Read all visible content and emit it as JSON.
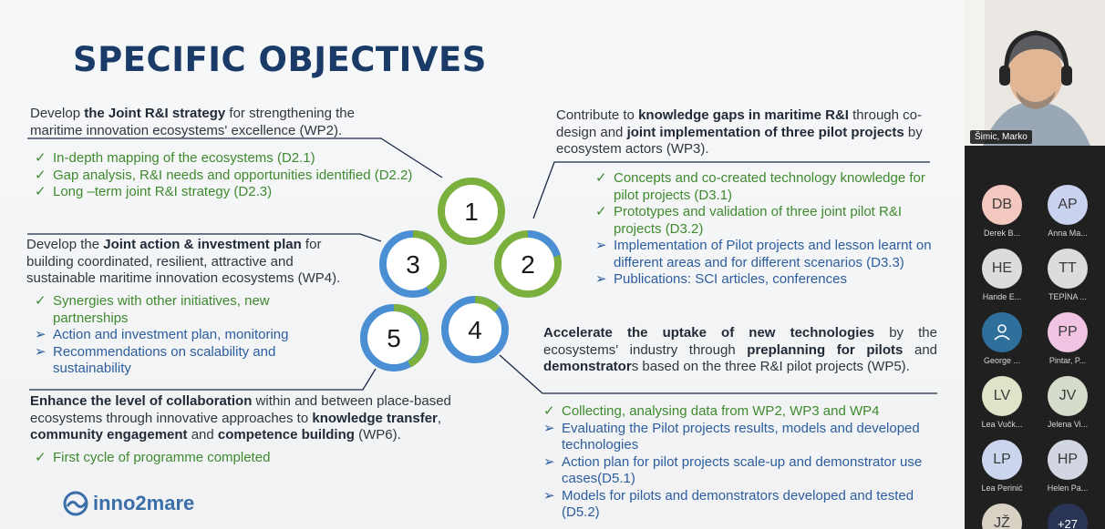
{
  "slide": {
    "title": "SPECIFIC OBJECTIVES",
    "logo": "inno2mare",
    "numbers": [
      "1",
      "2",
      "3",
      "4",
      "5"
    ],
    "wp2": {
      "p1": "Develop ",
      "b1": "the Joint R&I strategy",
      "p2": " for strengthening the maritime innovation ecosystems' excellence (WP2).",
      "items": [
        {
          "mark": "✓",
          "text": "In-depth mapping of the ecosystems (D2.1)"
        },
        {
          "mark": "✓",
          "text": "Gap analysis, R&I needs and opportunities identified (D2.2)"
        },
        {
          "mark": "✓",
          "text": "Long –term joint R&I strategy (D2.3)"
        }
      ]
    },
    "wp3": {
      "p1": "Contribute to ",
      "b1": "knowledge gaps in maritime R&I",
      "p2": " through co-design and ",
      "b2": "joint implementation of three pilot projects",
      "p3": " by ecosystem actors (WP3).",
      "items": [
        {
          "mark": "✓",
          "text": "Concepts and co-created technology knowledge for pilot projects (D3.1)"
        },
        {
          "mark": "✓",
          "text": "Prototypes and validation of three joint pilot R&I projects (D3.2)"
        },
        {
          "mark": "➢",
          "text": "Implementation of Pilot projects and lesson learnt on different areas and for different scenarios (D3.3)"
        },
        {
          "mark": "➢",
          "text": "Publications: SCI articles, conferences"
        }
      ]
    },
    "wp4": {
      "p1": "Develop the ",
      "b1": "Joint action & investment plan",
      "p2": " for building coordinated, resilient, attractive and sustainable maritime innovation ecosystems (WP4).",
      "items": [
        {
          "mark": "✓",
          "text": "Synergies with other initiatives, new partnerships"
        },
        {
          "mark": "➢",
          "text": "Action and investment plan, monitoring"
        },
        {
          "mark": "➢",
          "text": "Recommendations on scalability and sustainability"
        }
      ]
    },
    "wp5": {
      "b1": "Accelerate the uptake of new technologies",
      "p1": " by the ecosystems' industry through ",
      "b2": "preplanning for pilots",
      "p2": " and ",
      "b3": "demonstrator",
      "p3": "s based on the three R&I pilot projects (WP5).",
      "items": [
        {
          "mark": "✓",
          "text": "Collecting, analysing data from WP2, WP3 and WP4"
        },
        {
          "mark": "➢",
          "text": "Evaluating the Pilot projects results, models and developed technologies"
        },
        {
          "mark": "➢",
          "text": "Action plan for pilot projects scale-up and demonstrator use cases(D5.1)"
        },
        {
          "mark": "➢",
          "text": "Models for pilots and demonstrators developed and tested (D5.2)"
        }
      ]
    },
    "wp6": {
      "b1": "Enhance the level of collaboration",
      "p1": " within and between place-based ecosystems through innovative approaches to ",
      "b2": "knowledge transfer",
      "p2": ", ",
      "b3": "community engagement",
      "p3": " and ",
      "b4": "competence building",
      "p4": " (WP6).",
      "items": [
        {
          "mark": "✓",
          "text": "First cycle of programme completed"
        }
      ]
    }
  },
  "participants": {
    "speaker": "Šimic, Marko",
    "tiles": [
      {
        "initials": "DB",
        "name": "Derek B...",
        "color": "#f3c9bf"
      },
      {
        "initials": "AP",
        "name": "Anna Ma...",
        "color": "#c9d3f0"
      },
      {
        "initials": "HE",
        "name": "Hande E...",
        "color": "#dcdcdc"
      },
      {
        "initials": "TT",
        "name": "TEPİNA ...",
        "color": "#dcdcdc"
      },
      {
        "initials": "",
        "name": "George ...",
        "color": "#2f6f9c"
      },
      {
        "initials": "PP",
        "name": "Pintar, P...",
        "color": "#f2c4e4"
      },
      {
        "initials": "LV",
        "name": "Lea Vučk...",
        "color": "#dfe3c8"
      },
      {
        "initials": "JV",
        "name": "Jelena Vi...",
        "color": "#d6dccb"
      },
      {
        "initials": "LP",
        "name": "Lea Perinić",
        "color": "#cbd6ee"
      },
      {
        "initials": "HP",
        "name": "Helen Pa...",
        "color": "#d2d6e2"
      },
      {
        "initials": "JŽ",
        "name": "",
        "color": "#d8d2c4"
      },
      {
        "initials": "+27",
        "name": "",
        "color": "#2a3556"
      }
    ]
  },
  "colors": {
    "title": "#1a3a68",
    "green": "#7bb03f",
    "blue": "#4a8fd4",
    "ring_bg": "#dfe4e6"
  }
}
